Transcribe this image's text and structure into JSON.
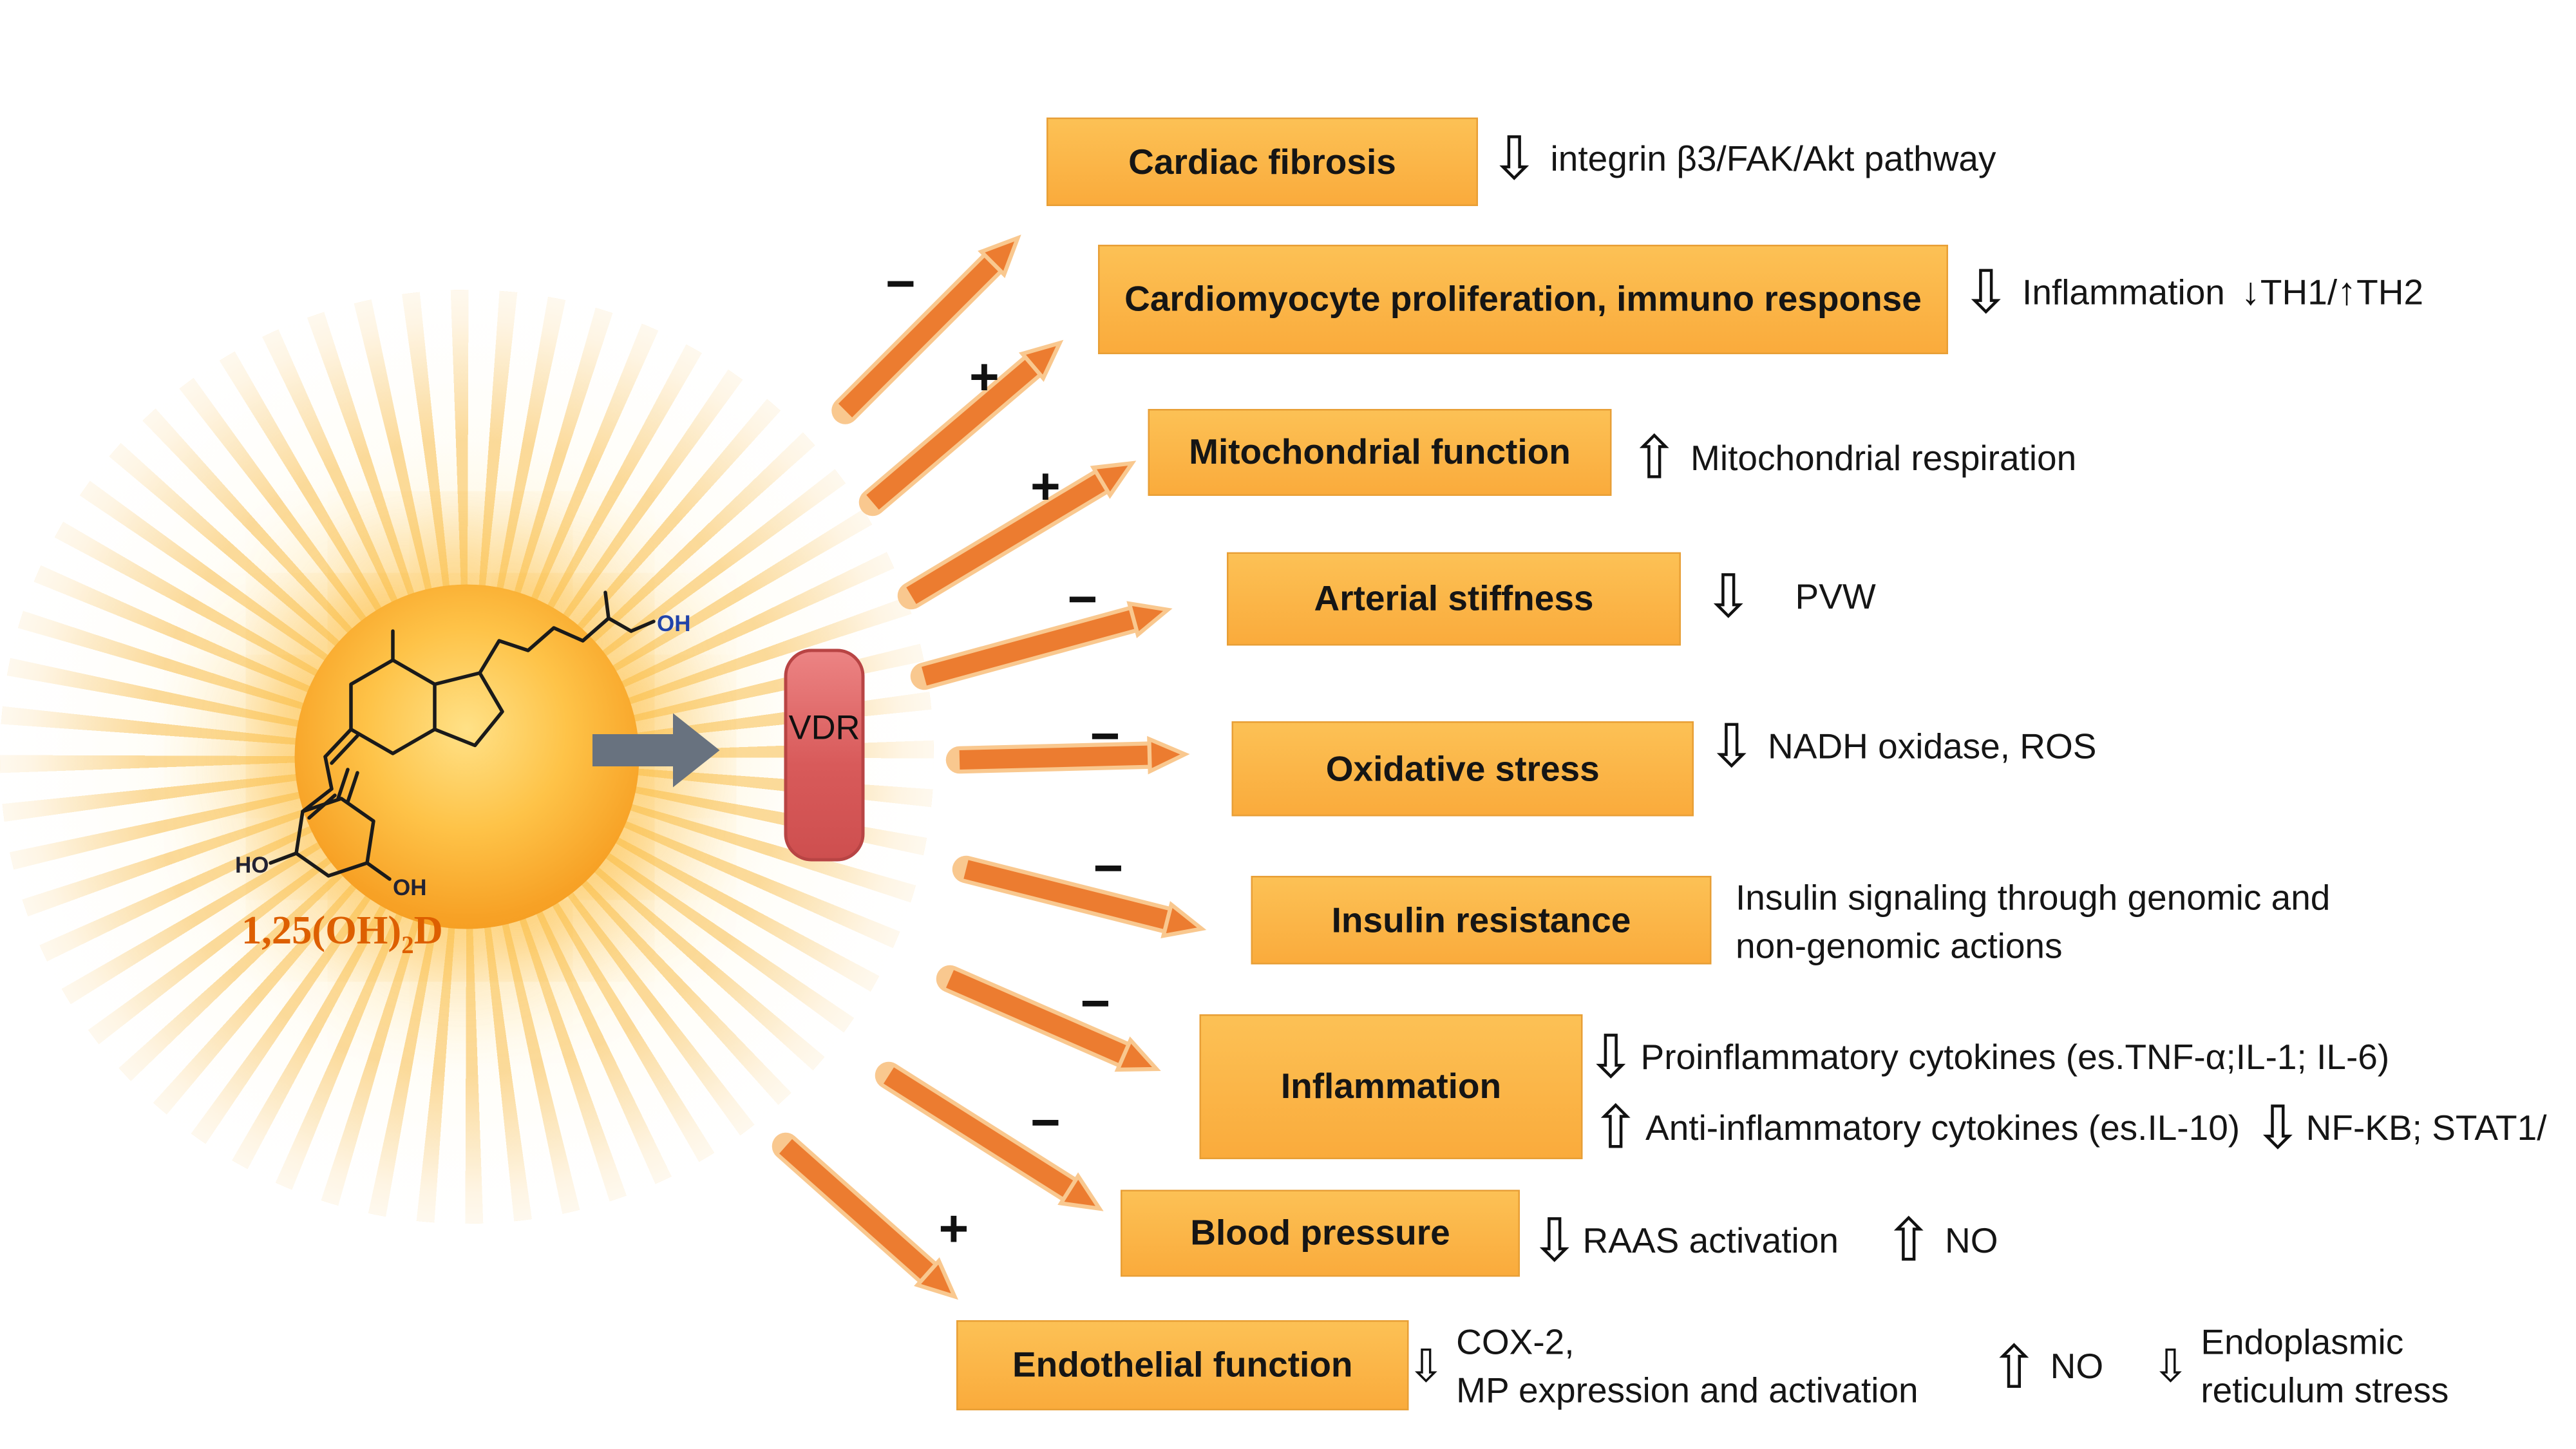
{
  "icons": {
    "big_down": "⇩",
    "big_up": "⇧",
    "small_down": "↓",
    "small_up": "↑"
  },
  "colors": {
    "target_box": "#FBB042",
    "pathway_arrow": "#EC7C30",
    "receptor_fill": "#D85A5A",
    "molecule_label": "#DD5F00",
    "sun_core": "#F7A125"
  },
  "molecule": {
    "name": "1,25(OH)2D",
    "label_prefix": "1,25(OH)",
    "label_sub": "2",
    "label_suffix": "D",
    "structure_labels": {
      "oh_top": "OH",
      "ho_left": "HO",
      "oh_bottom": "OH"
    }
  },
  "receptor": {
    "label": "VDR"
  },
  "pathways": [
    {
      "sign": "−",
      "target": "Cardiac fibrosis",
      "effect_text": "integrin β3/FAK/Akt pathway"
    },
    {
      "sign": "+",
      "target": "Cardiomyocyte proliferation, immuno response",
      "effect_text": "Inflammation",
      "th1": "TH1/",
      "th2": "TH2"
    },
    {
      "sign": "+",
      "target": "Mitochondrial function",
      "effect_text": "Mitochondrial respiration"
    },
    {
      "sign": "−",
      "target": "Arterial stiffness",
      "effect_text": "PVW"
    },
    {
      "sign": "−",
      "target": "Oxidative stress",
      "effect_text": "NADH oxidase, ROS"
    },
    {
      "sign": "−",
      "target": "Insulin resistance",
      "effect_line1": "Insulin signaling through genomic and",
      "effect_line2": "non-genomic actions"
    },
    {
      "sign": "−",
      "target": "Inflammation",
      "effect_line1": "Proinflammatory cytokines (es.TNF-α;IL-1; IL-6)",
      "effect_line2": "Anti-inflammatory cytokines (es.IL-10)",
      "effect_line2b": "NF-KB; STAT1/"
    },
    {
      "sign": "−",
      "target": "Blood pressure",
      "effect_text": "RAAS  activation",
      "effect_text2": "NO"
    },
    {
      "sign": "+",
      "target": "Endothelial function",
      "effect_line1": "COX-2,",
      "effect_line2": "MP expression and activation",
      "effect_no": "NO",
      "effect_er1": "Endoplasmic",
      "effect_er2": "reticulum stress"
    }
  ]
}
